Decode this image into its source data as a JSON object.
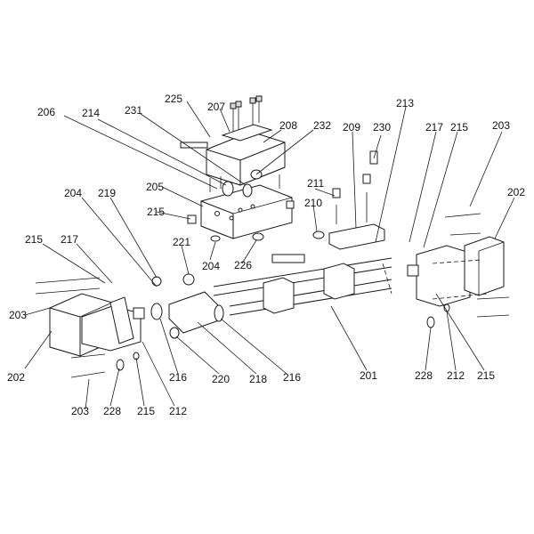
{
  "callouts": {
    "c225": "225",
    "c207": "207",
    "c206": "206",
    "c214": "214",
    "c231": "231",
    "c208": "208",
    "c232": "232",
    "c209": "209",
    "c230": "230",
    "c213": "213",
    "c217_top": "217",
    "c215_top": "215",
    "c203_top": "203",
    "c202_right": "202",
    "c211": "211",
    "c210": "210",
    "c205": "205",
    "c204_left": "204",
    "c219": "219",
    "c215_mid": "215",
    "c221": "221",
    "c204_mid": "204",
    "c226": "226",
    "c215_left": "215",
    "c217_left": "217",
    "c203_left": "203",
    "c202_left": "202",
    "c203_bottom": "203",
    "c228_left": "228",
    "c215_bl": "215",
    "c212_left": "212",
    "c216_a": "216",
    "c220": "220",
    "c218": "218",
    "c216_b": "216",
    "c201": "201",
    "c228_right": "228",
    "c212_right": "212",
    "c215_right": "215"
  },
  "colors": {
    "line": "#1a1a1a",
    "background": "#ffffff"
  }
}
